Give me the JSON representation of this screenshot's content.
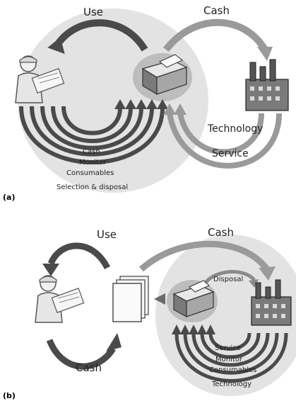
{
  "panel_a": {
    "letter": "(a)",
    "top_left_label": "Use",
    "top_right_label": "Cash",
    "right_label_1": "Technology",
    "right_label_2": "Service",
    "bottom_labels": [
      "Cash",
      "Monitor",
      "Consumables",
      "Selection & disposal"
    ]
  },
  "panel_b": {
    "letter": "(b)",
    "top_left_label": "Use",
    "top_right_label": "Cash",
    "inner_label": "Disposal",
    "bottom_left_label": "Cash",
    "bottom_labels": [
      "Service",
      "Monitor",
      "Consumables",
      "Technology"
    ]
  },
  "icons": [
    "engineer-icon",
    "printer-icon",
    "factory-icon",
    "documents-icon"
  ],
  "colors": {
    "bubble": "#e3e3e3",
    "arrow_dark": "#4a4a4a",
    "arrow_light": "#9a9a9a"
  }
}
